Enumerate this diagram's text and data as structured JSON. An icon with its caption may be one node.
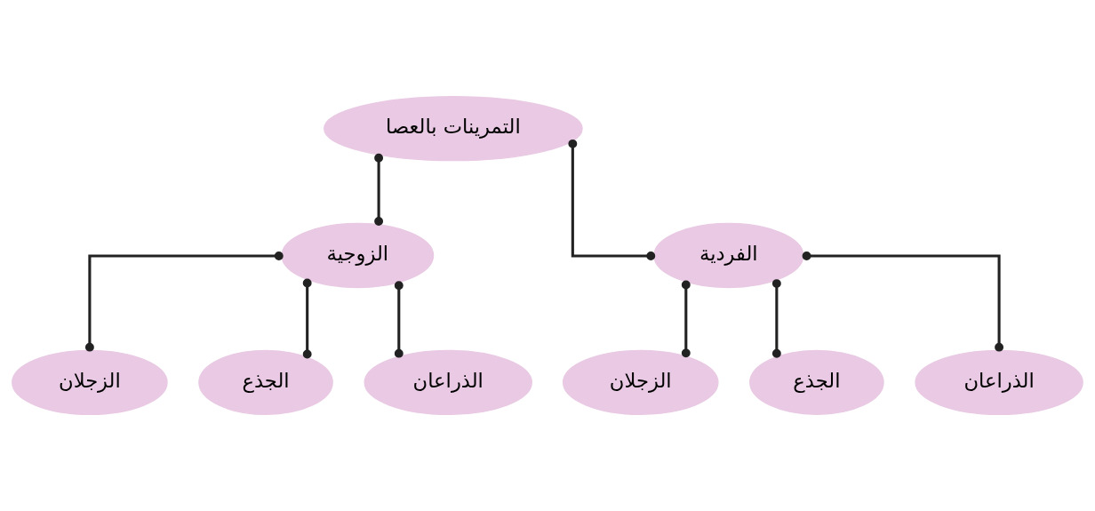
{
  "diagram": {
    "nodes": [
      {
        "text": [
          "التمرينات بالعصا"
        ]
      },
      {
        "text": [
          "الفردية"
        ]
      },
      {
        "text": [
          "الزوجية"
        ]
      },
      {
        "text": [
          "الذراعان"
        ]
      },
      {
        "text": [
          "الجذع"
        ]
      },
      {
        "text": [
          "الزجلان"
        ]
      },
      {
        "text": [
          "الذراعان"
        ]
      },
      {
        "text": [
          "الجذع"
        ]
      },
      {
        "text": [
          "الزجلان"
        ]
      }
    ],
    "edges": [
      {
        "from": 0,
        "to": 1,
        "arrow": "other"
      },
      {
        "from": 0,
        "to": 2,
        "arrow": "other"
      },
      {
        "from": 1,
        "to": 3,
        "arrow": "other"
      },
      {
        "from": 1,
        "to": 4,
        "arrow": "other"
      },
      {
        "from": 1,
        "to": 5,
        "arrow": "other"
      },
      {
        "from": 2,
        "to": 6,
        "arrow": "other"
      },
      {
        "from": 2,
        "to": 7,
        "arrow": "other"
      },
      {
        "from": 2,
        "to": 8,
        "arrow": "other"
      }
    ]
  }
}
